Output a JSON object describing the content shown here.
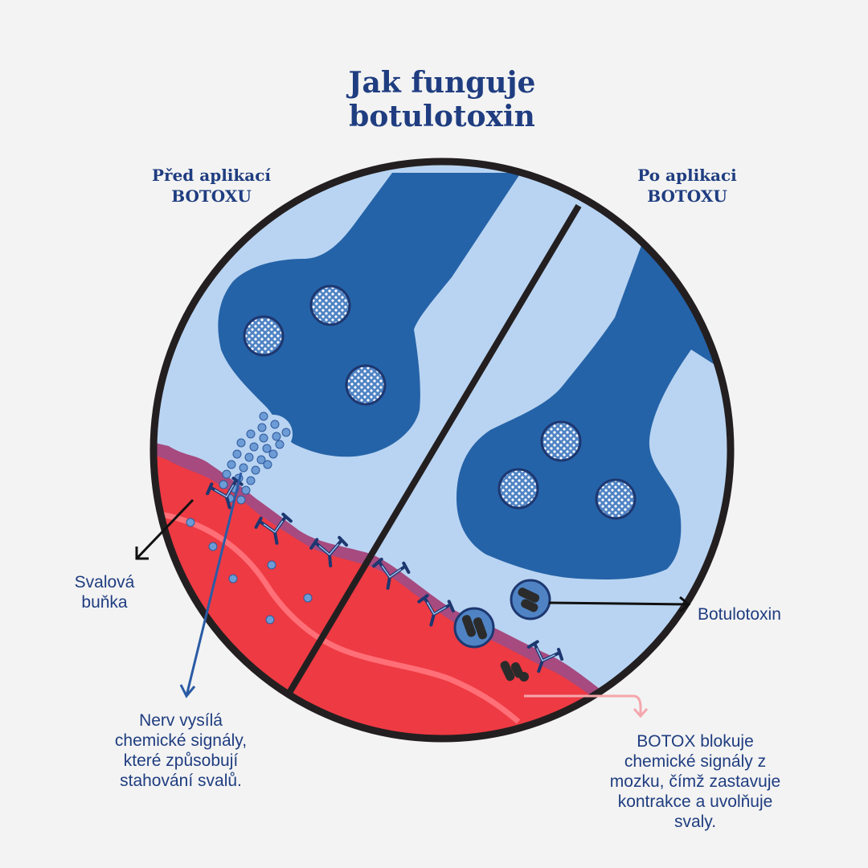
{
  "title_line1": "Jak funguje",
  "title_line2": "botulotoxin",
  "panels": {
    "before_line1": "Před aplikací",
    "before_line2": "BOTOXU",
    "after_line1": "Po aplikaci",
    "after_line2": "BOTOXU"
  },
  "labels": {
    "muscle_line1": "Svalová",
    "muscle_line2": "buňka",
    "nerve_line1": "Nerv vysílá",
    "nerve_line2": "chemické signály,",
    "nerve_line3": "které způsobují",
    "nerve_line4": "stahování svalů.",
    "toxin": "Botulotoxin",
    "botox_line1": "BOTOX blokuje",
    "botox_line2": "chemické signály z",
    "botox_line3": "mozku, čímž zastavuje",
    "botox_line4": "kontrakce a uvolňuje",
    "botox_line5": "svaly."
  },
  "colors": {
    "background": "#f3f3f3",
    "fluid": "#b9d4f2",
    "neuron": "#2563a8",
    "muscle": "#ee3a43",
    "membrane": "#a64a80",
    "outline": "#231f20",
    "text": "#1f3d80"
  }
}
